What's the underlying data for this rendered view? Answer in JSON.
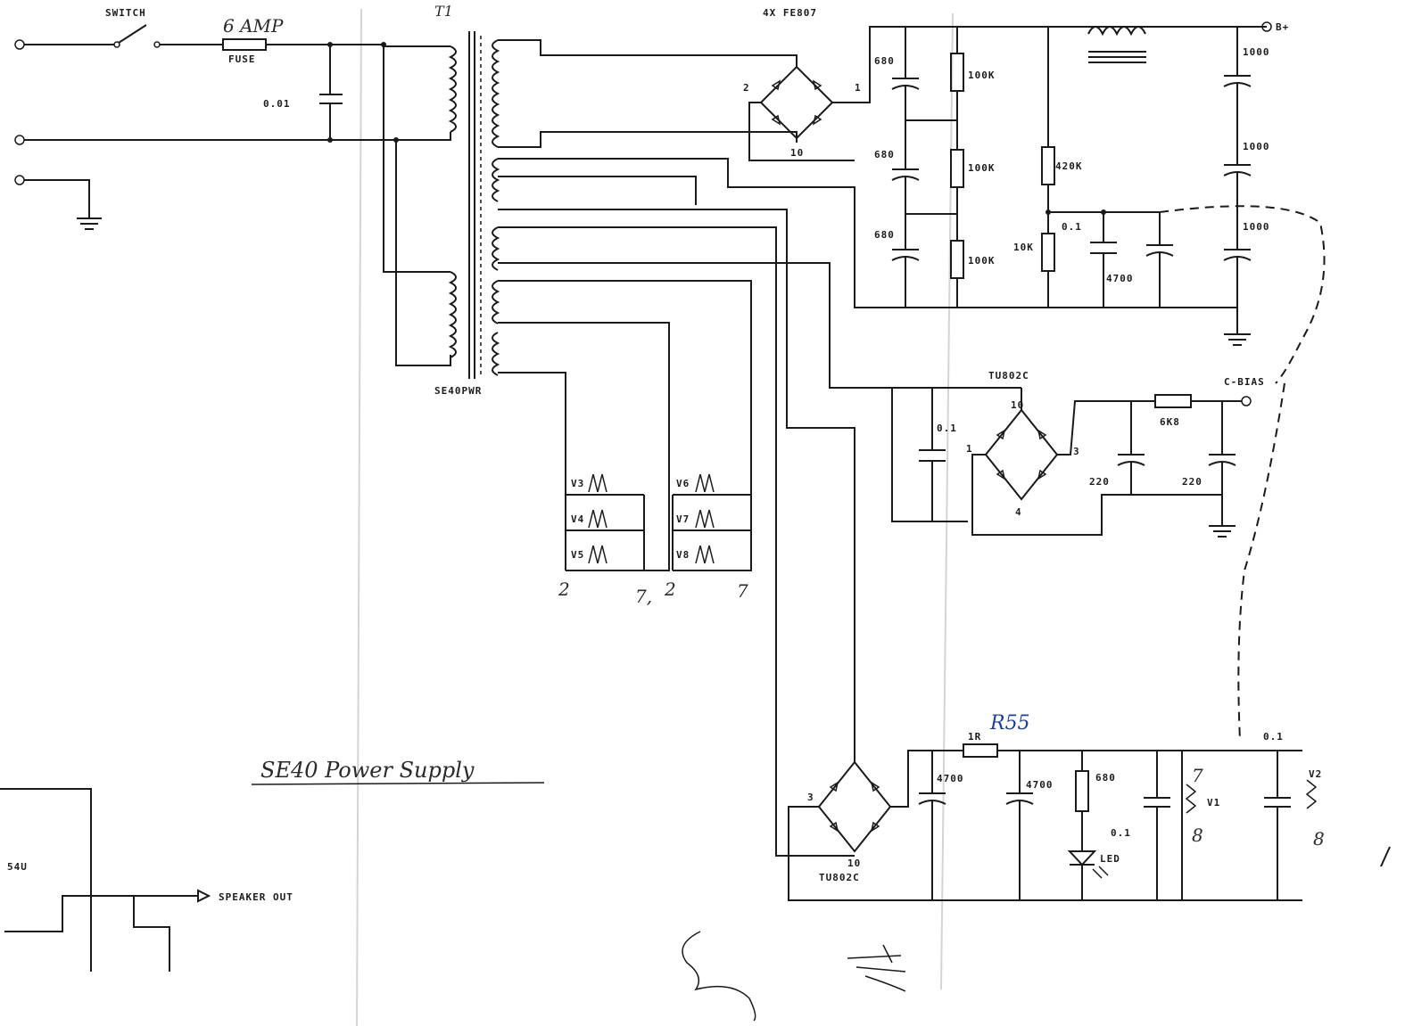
{
  "labels": {
    "switch": "SWITCH",
    "fuse_rating": "6 AMP",
    "fuse": "FUSE",
    "transformer": "T1",
    "transformer_part": "SE40PWR",
    "rectifier_main": "4X FE807",
    "b_plus": "B+",
    "c_bias": "C-BIAS",
    "bridge_bias": "TU802C",
    "bridge_heater": "TU802C",
    "led": "LED",
    "speaker_out": "SPEAKER OUT",
    "left_part": "54U"
  },
  "values": {
    "c_line": "0.01",
    "c_filter_1": "680",
    "c_filter_2": "680",
    "c_filter_3": "680",
    "r_bleed_1": "100K",
    "r_bleed_2": "100K",
    "r_bleed_3": "100K",
    "r_div_top": "420K",
    "r_div_bottom": "10K",
    "c_div_1": "0.1",
    "c_div_2": "4700",
    "c_out_1": "1000",
    "c_out_2": "1000",
    "c_out_3": "1000",
    "c_bias_in": "0.1",
    "r_bias": "6K8",
    "c_bias_1": "220",
    "c_bias_2": "220",
    "r_heater": "1R",
    "c_heater_1": "4700",
    "c_heater_2": "4700",
    "r_led": "680",
    "c_heater_3": "0.1",
    "c_heater_4": "0.1"
  },
  "pins": {
    "bridge_main_left": "2",
    "bridge_main_right": "1",
    "bridge_main_bottom": "10",
    "bridge_bias_top": "10",
    "bridge_bias_left": "1",
    "bridge_bias_right": "3",
    "bridge_bias_bottom": "4",
    "bridge_heater_left": "3",
    "bridge_heater_bottom": "10",
    "heater_v1": "V1",
    "heater_v2": "V2"
  },
  "valves": {
    "group_a": [
      "V3",
      "V4",
      "V5"
    ],
    "group_b": [
      "V6",
      "V7",
      "V8"
    ]
  },
  "handwritten": {
    "title": "SE40 Power Supply",
    "resistor_ref": "R55",
    "pin_a_left": "2",
    "pin_a_right": "7,",
    "pin_b_left": "2",
    "pin_b_right": "7",
    "pin_v1": "7",
    "pin_v1_low": "8",
    "pin_v2_low": "8"
  },
  "colors": {
    "ink": "#1a1a1a",
    "annotation": "#1f3f9e",
    "paper": "#ffffff"
  }
}
